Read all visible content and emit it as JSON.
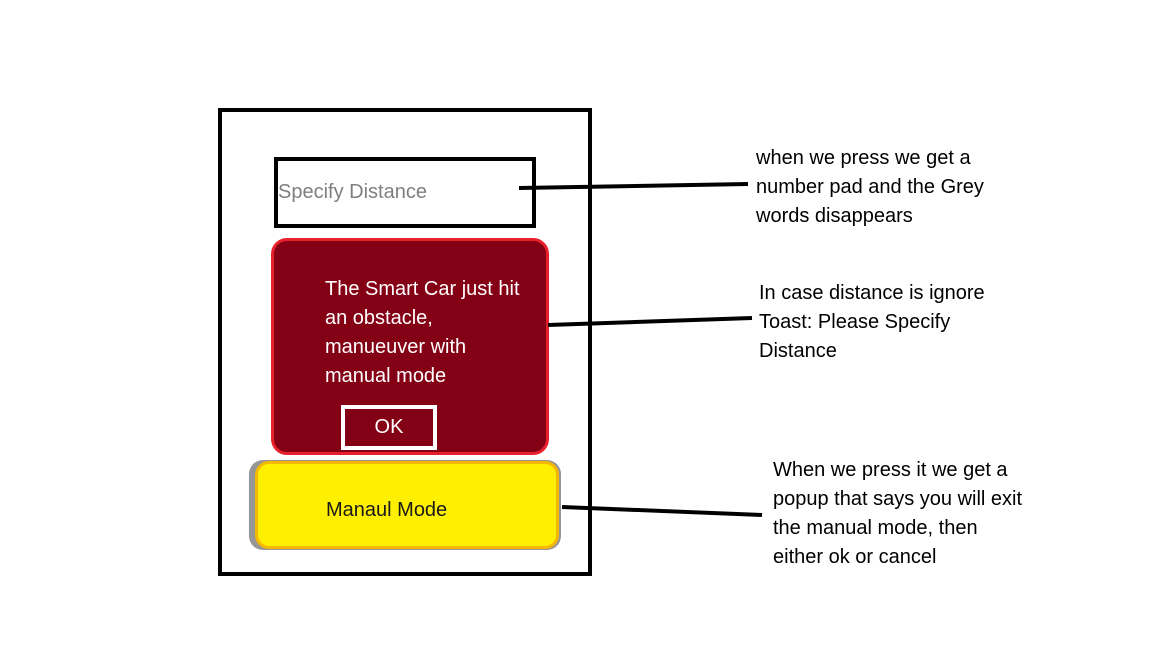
{
  "screen": {
    "distance_input": {
      "placeholder": "Specify Distance"
    },
    "alert": {
      "message": "The Smart Car just hit an obstacle, manueuver with manual mode",
      "ok_label": "OK"
    },
    "manual_mode": {
      "label": "Manaul Mode"
    }
  },
  "annotations": [
    {
      "text": "when we press we get a\nnumber pad and the Grey\nwords disappears"
    },
    {
      "text": "In case distance is ignore\nToast: Please Specify\nDistance"
    },
    {
      "text": "When we press it we get a\npopup that says you will exit\nthe manual mode, then\neither ok or cancel"
    }
  ],
  "colors": {
    "alert_fill": "#840015",
    "alert_border": "#e8202c",
    "button_fill": "#ffef00",
    "button_border": "#f5b800",
    "placeholder_text": "#7f7f7f"
  }
}
